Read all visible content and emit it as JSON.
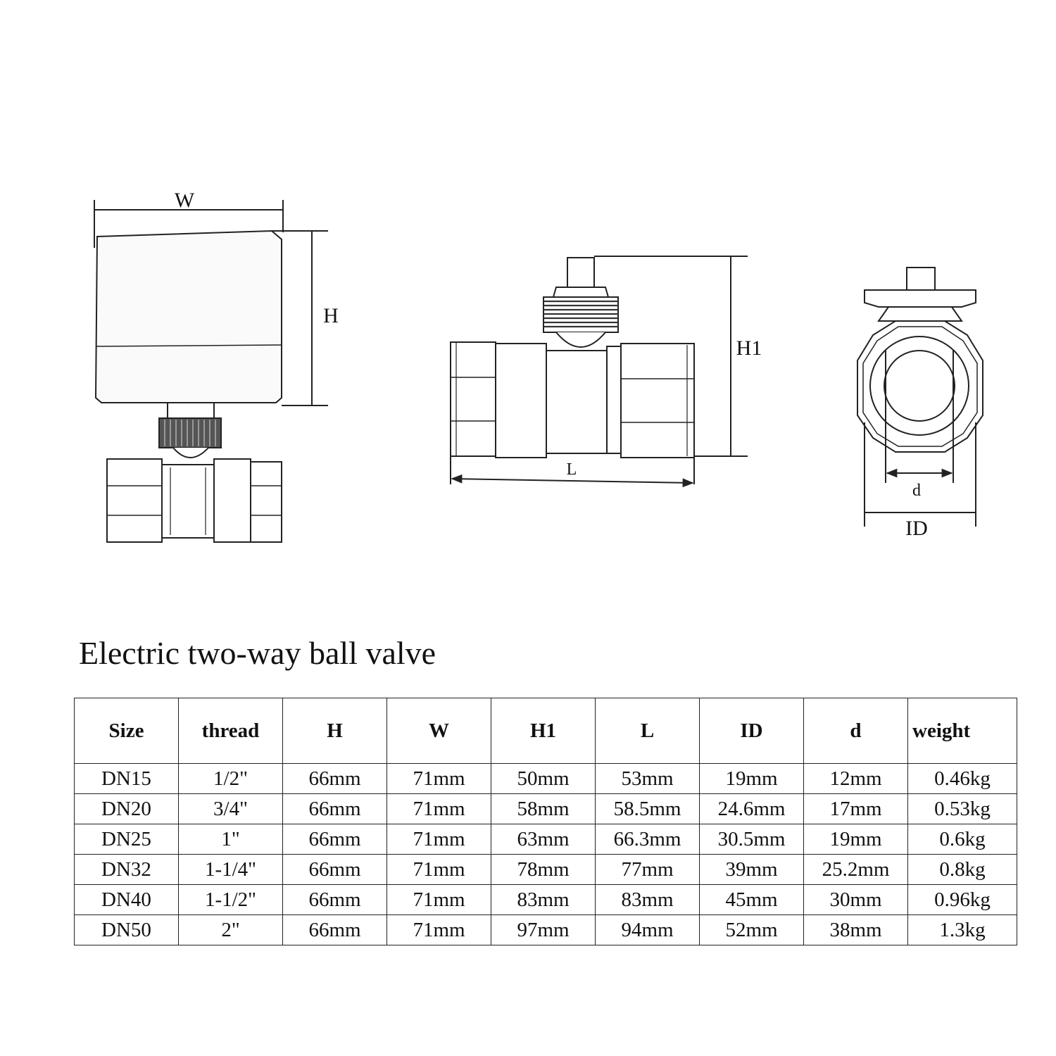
{
  "drawing_labels": {
    "front_width": "W",
    "front_height": "H",
    "side_height": "H1",
    "side_length": "L",
    "end_bore": "d",
    "end_outer": "ID"
  },
  "title": "Electric two-way ball valve",
  "table": {
    "headers": [
      "Size",
      "thread",
      "H",
      "W",
      "H1",
      "L",
      "ID",
      "d",
      "weight"
    ],
    "rows": [
      [
        "DN15",
        "1/2\"",
        "66mm",
        "71mm",
        "50mm",
        "53mm",
        "19mm",
        "12mm",
        "0.46kg"
      ],
      [
        "DN20",
        "3/4\"",
        "66mm",
        "71mm",
        "58mm",
        "58.5mm",
        "24.6mm",
        "17mm",
        "0.53kg"
      ],
      [
        "DN25",
        "1\"",
        "66mm",
        "71mm",
        "63mm",
        "66.3mm",
        "30.5mm",
        "19mm",
        "0.6kg"
      ],
      [
        "DN32",
        "1-1/4\"",
        "66mm",
        "71mm",
        "78mm",
        "77mm",
        "39mm",
        "25.2mm",
        "0.8kg"
      ],
      [
        "DN40",
        "1-1/2\"",
        "66mm",
        "71mm",
        "83mm",
        "83mm",
        "45mm",
        "30mm",
        "0.96kg"
      ],
      [
        "DN50",
        "2\"",
        "66mm",
        "71mm",
        "97mm",
        "94mm",
        "52mm",
        "38mm",
        "1.3kg"
      ]
    ]
  }
}
